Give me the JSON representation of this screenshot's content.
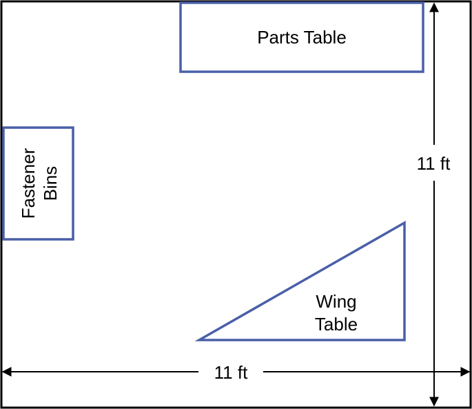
{
  "colors": {
    "outline": "#000000",
    "fixture_stroke": "#4a5fa8",
    "background": "#ffffff"
  },
  "fixtures": {
    "parts_table": "Parts Table",
    "fastener_bins_line1": "Fastener",
    "fastener_bins_line2": "Bins",
    "wing_table_line1": "Wing",
    "wing_table_line2": "Table"
  },
  "dimensions": {
    "height_label": "11 ft",
    "width_label": "11 ft"
  }
}
